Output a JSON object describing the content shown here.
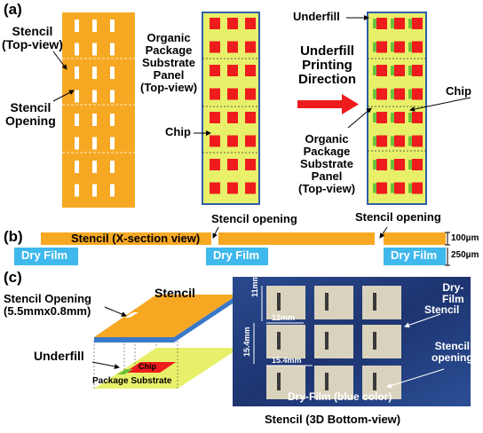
{
  "panel_a": {
    "tag": "(a)",
    "stencil_top_view": [
      "Stencil",
      "(Top-view)"
    ],
    "stencil_opening": [
      "Stencil",
      "Opening"
    ],
    "organic_panel_1": [
      "Organic",
      "Package",
      "Substrate",
      "Panel",
      "(Top-view)"
    ],
    "chip_1": "Chip",
    "underfill": "Underfill",
    "printing_direction": [
      "Underfill",
      "Printing",
      "Direction"
    ],
    "chip_2": "Chip",
    "organic_panel_2": [
      "Organic",
      "Package",
      "Substrate",
      "Panel",
      "(Top-view)"
    ]
  },
  "panel_b": {
    "tag": "(b)",
    "stencil_xsection": "Stencil (X-section view)",
    "stencil_opening_1": "Stencil opening",
    "stencil_opening_2": "Stencil opening",
    "dry_film_1": "Dry Film",
    "dry_film_2": "Dry Film",
    "dry_film_3": "Dry Film",
    "thickness_stencil": "100µm",
    "thickness_dryfilm": "250µm"
  },
  "panel_c": {
    "tag": "(c)",
    "stencil": "Stencil",
    "stencil_opening_size": [
      "Stencil Opening",
      "(5.5mmx0.8mm)"
    ],
    "underfill": "Underfill",
    "chip": "Chip",
    "package_substrate": "Package Substrate",
    "photo_dry_film": [
      "Dry-",
      "Film"
    ],
    "photo_stencil": "Stencil",
    "photo_stencil_opening": [
      "Stencil",
      "opening"
    ],
    "dim_11mm": "11mm",
    "dim_12mm": "12mm",
    "dim_15_4mm_v": "15.4mm",
    "dim_15_4mm_h": "15.4mm",
    "photo_dry_film_blue": "Dry-Film (blue color)",
    "caption": "Stencil (3D Bottom-view)"
  },
  "colors": {
    "stencil_orange": "#f7a823",
    "substrate_yellow": "#e8f06a",
    "chip_red": "#ee1c1c",
    "underfill_green": "#6ac23b",
    "dry_film_blue": "#3fb8ec",
    "panel_border_blue": "#2f5fa8",
    "arrow_red": "#ee1c1c",
    "photo_bg": "#243a78"
  }
}
